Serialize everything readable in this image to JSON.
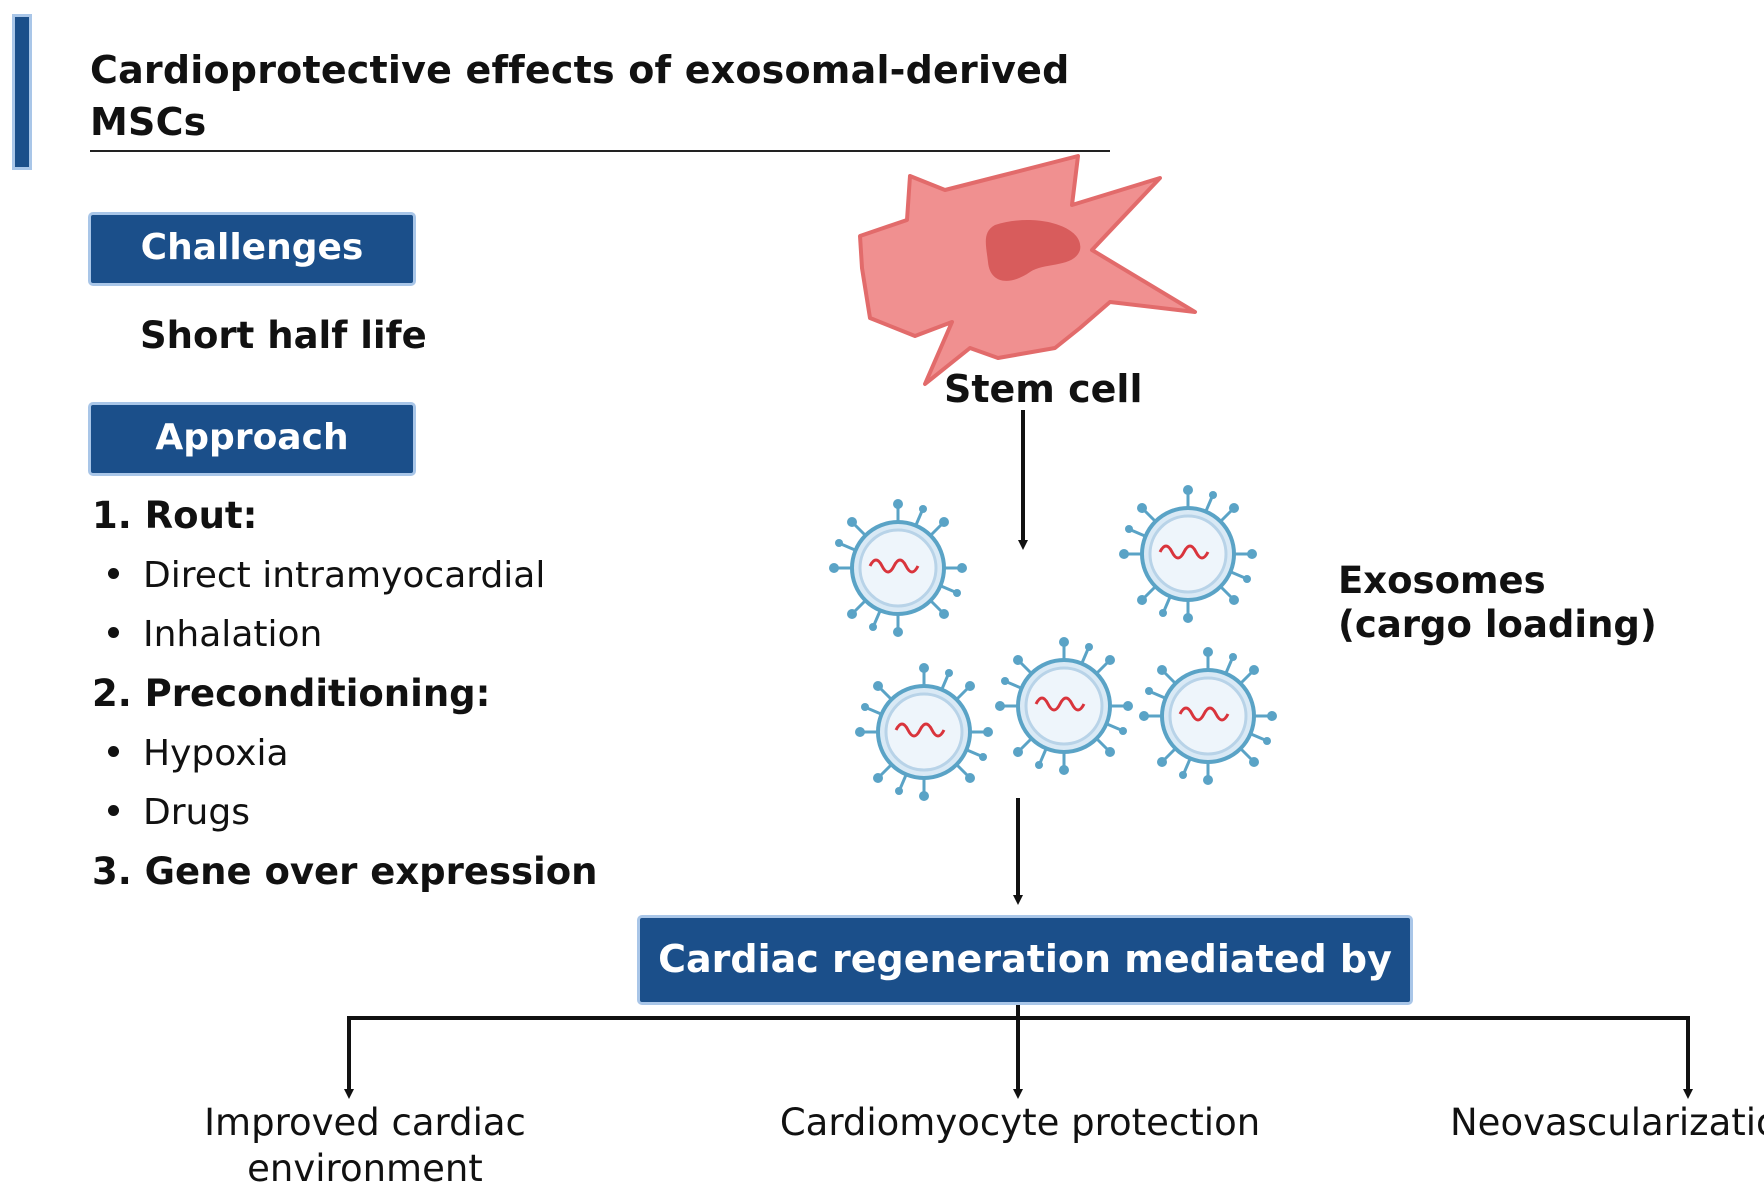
{
  "title": "Cardioprotective effects of exosomal-derived MSCs",
  "challenges": {
    "heading": "Challenges",
    "item": "Short half life"
  },
  "approach": {
    "heading": "Approach",
    "steps": [
      {
        "label": "1.  Rout:",
        "items": [
          "Direct intramyocardial",
          "Inhalation"
        ]
      },
      {
        "label": "2.  Preconditioning:",
        "items": [
          "Hypoxia",
          "Drugs"
        ]
      },
      {
        "label": "3. Gene over expression",
        "items": []
      }
    ]
  },
  "diagram": {
    "stem_cell_label": "Stem cell",
    "exosomes_label_line1": "Exosomes",
    "exosomes_label_line2": "(cargo loading)",
    "mediator_box": "Cardiac regeneration mediated by",
    "outcomes": [
      {
        "line1": "Improved cardiac",
        "line2": "environment"
      },
      {
        "line1": "Cardiomyocyte protection",
        "line2": ""
      },
      {
        "line1": "Neovascularization",
        "line2": ""
      }
    ]
  },
  "colors": {
    "box_fill": "#1b4f8a",
    "box_border": "#a9c6e8",
    "cell_fill": "#f09090",
    "cell_stroke": "#e26b6b",
    "nucleus_fill": "#d85c5c",
    "exosome_stroke": "#5aa3c6",
    "rna": "#d9343c"
  }
}
